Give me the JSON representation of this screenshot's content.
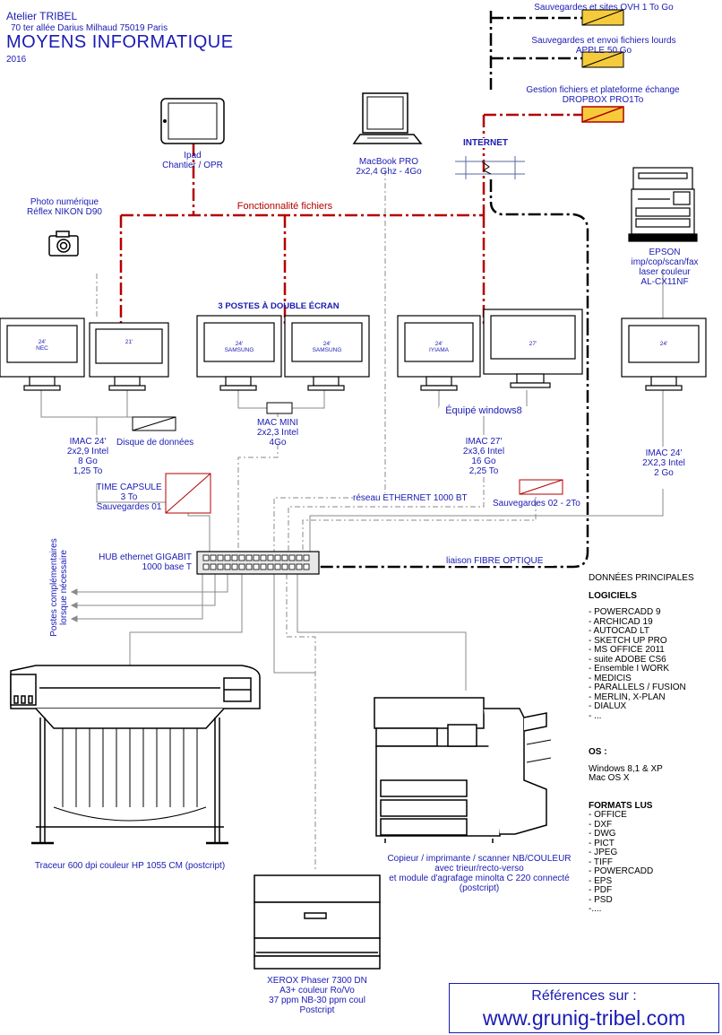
{
  "header": {
    "company": "Atelier TRIBEL",
    "address": "70 ter allée Darius Milhaud 75019 Paris",
    "title": "MOYENS  INFORMATIQUE",
    "year": "2016"
  },
  "cloud": {
    "ovh": "Sauvegardes et sites OVH 1 To Go",
    "apple": [
      "Sauvegardes et envoi fichiers lourds",
      "APPLE  50 Go"
    ],
    "dropbox": [
      "Gestion fichiers et plateforme échange",
      "DROPBOX PRO1To"
    ],
    "internet": "INTERNET"
  },
  "devices": {
    "ipad": [
      "Ipad",
      "Chantier / OPR"
    ],
    "macbook": [
      "MacBook PRO",
      "2x2,4 Ghz - 4Go"
    ],
    "camera": [
      "Photo numérique",
      "Réflex NIKON D90"
    ],
    "epson": [
      "EPSON",
      "imp/cop/scan/fax",
      "laser couleur",
      "AL-CX11NF"
    ],
    "fonctionnalite": "Fonctionnalité fichiers",
    "dual_screen": "3 POSTES À DOUBLE ÉCRAN",
    "imac24_left": [
      "IMAC 24'",
      "2x2,9 Intel",
      "8 Go",
      "1,25 To"
    ],
    "disk": "Disque de données",
    "mac_mini": [
      "MAC MINI",
      "2x2,3 Intel",
      "4Go"
    ],
    "windows": "Équipé windows8",
    "imac27": [
      "IMAC 27'",
      "2x3,6 Intel",
      "16 Go",
      "2,25 To"
    ],
    "imac24_right": [
      "IMAC 24'",
      "2X2,3 Intel",
      "2 Go"
    ],
    "time_capsule": [
      "TIME CAPSULE",
      "3 To",
      "Sauvegardes 01"
    ],
    "ethernet": "réseau ETHERNET 1000 BT",
    "backup02": "Sauvegardes 02 - 2To",
    "hub": [
      "HUB ethernet GIGABIT",
      "1000 base T"
    ],
    "fibre": "liaison FIBRE OPTIQUE",
    "extra_posts": [
      "Postes complémentaires",
      "lorsque nécessaire"
    ],
    "plotter": "Traceur 600 dpi couleur HP 1055 CM (postcript)",
    "copier": [
      "Copieur / imprimante / scanner  NB/COULEUR",
      "avec trieur/recto-verso",
      "et module d'agrafage minolta  C 220 connecté",
      "(postcript)"
    ],
    "xerox": [
      "XEROX Phaser 7300 DN",
      "A3+ couleur Ro/Vo",
      "37 ppm NB-30 ppm coul",
      "Postcript"
    ]
  },
  "monitors": {
    "m1": [
      "24'",
      "NEC"
    ],
    "m2": [
      "21'"
    ],
    "m3": [
      "24'",
      "SAMSUNG"
    ],
    "m4": [
      "24'",
      "SAMSUNG"
    ],
    "m5": [
      "24'",
      "IYIAMA"
    ],
    "m6": [
      "27'"
    ],
    "m7": [
      "24'"
    ]
  },
  "data_panel": {
    "title": "DONNÉES PRINCIPALES",
    "software_heading": "LOGICIELS",
    "software": [
      "- POWERCADD 9",
      "- ARCHICAD 19",
      "- AUTOCAD  LT",
      "- SKETCH UP PRO",
      "- MS OFFICE 2011",
      "- suite ADOBE CS6",
      "- Ensemble I WORK",
      "- MEDICIS",
      "- PARALLELS / FUSION",
      "- MERLIN, X-PLAN",
      "- DIALUX",
      "- ..."
    ],
    "os_heading": "OS :",
    "os": [
      "Windows 8,1 & XP",
      "Mac OS X"
    ],
    "formats_heading": "FORMATS LUS",
    "formats": [
      "- OFFICE",
      "- DXF",
      "- DWG",
      "- PICT",
      "- JPEG",
      "- TIFF",
      "- POWERCADD",
      "- EPS",
      "- PDF",
      "- PSD",
      "-...."
    ]
  },
  "references": {
    "label": "Références sur :",
    "url": "www.grunig-tribel.com"
  },
  "colors": {
    "label_blue": "#1a1ab4",
    "link_red": "#b40000",
    "backup_yellow": "#f5cb3c"
  }
}
